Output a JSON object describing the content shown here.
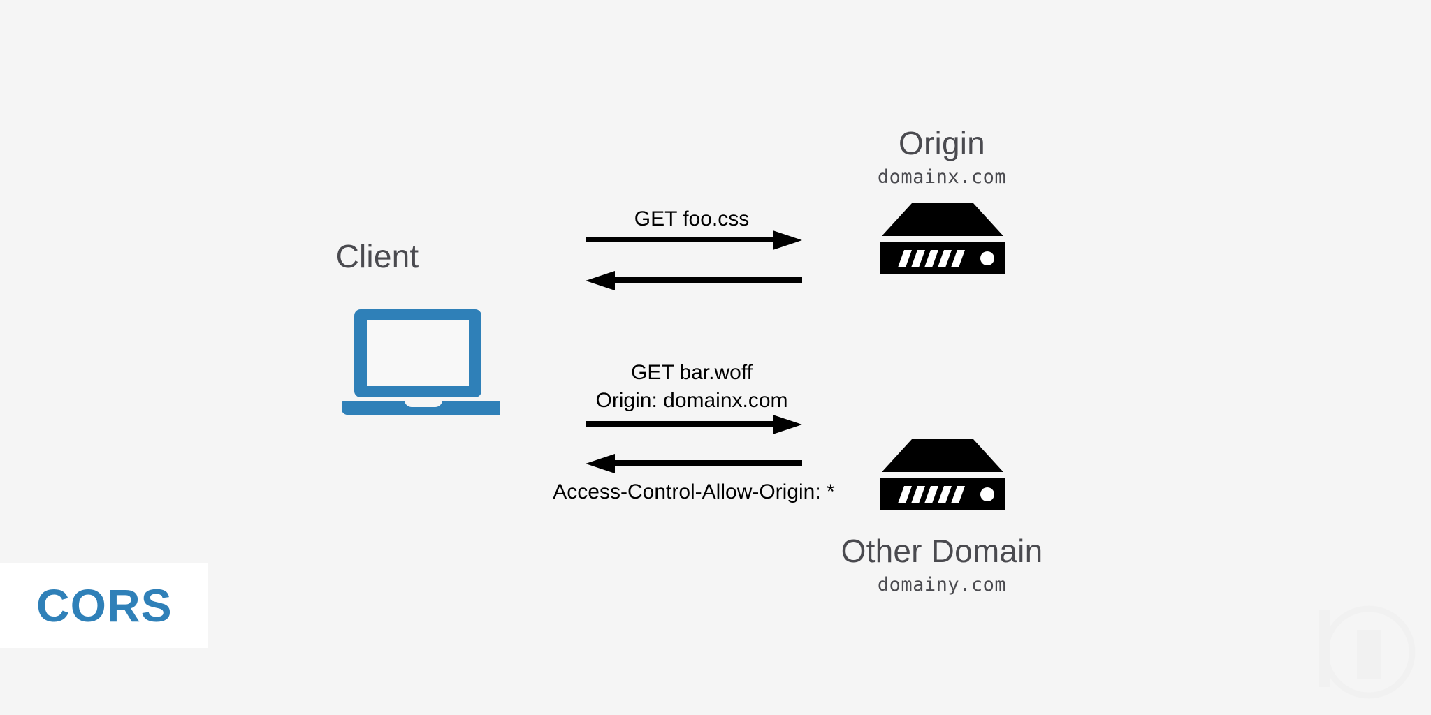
{
  "diagram": {
    "title": "CORS",
    "background_color": "#f5f5f5",
    "accent_color": "#2f80b8",
    "label_color": "#4a4a4f",
    "nodes": {
      "client": {
        "label": "Client",
        "icon": "laptop-icon"
      },
      "origin": {
        "label": "Origin",
        "domain": "domainx.com",
        "icon": "server-icon"
      },
      "other": {
        "label": "Other Domain",
        "domain": "domainy.com",
        "icon": "server-icon"
      }
    },
    "exchanges": [
      {
        "name": "same-origin-request",
        "request_label": "GET foo.css",
        "request_direction": "right",
        "response_label": "",
        "response_direction": "left"
      },
      {
        "name": "cross-origin-request",
        "request_label_line1": "GET bar.woff",
        "request_label_line2": "Origin: domainx.com",
        "request_direction": "right",
        "response_label": "Access-Control-Allow-Origin: *",
        "response_direction": "left"
      }
    ],
    "badge": {
      "text": "CORS"
    }
  }
}
